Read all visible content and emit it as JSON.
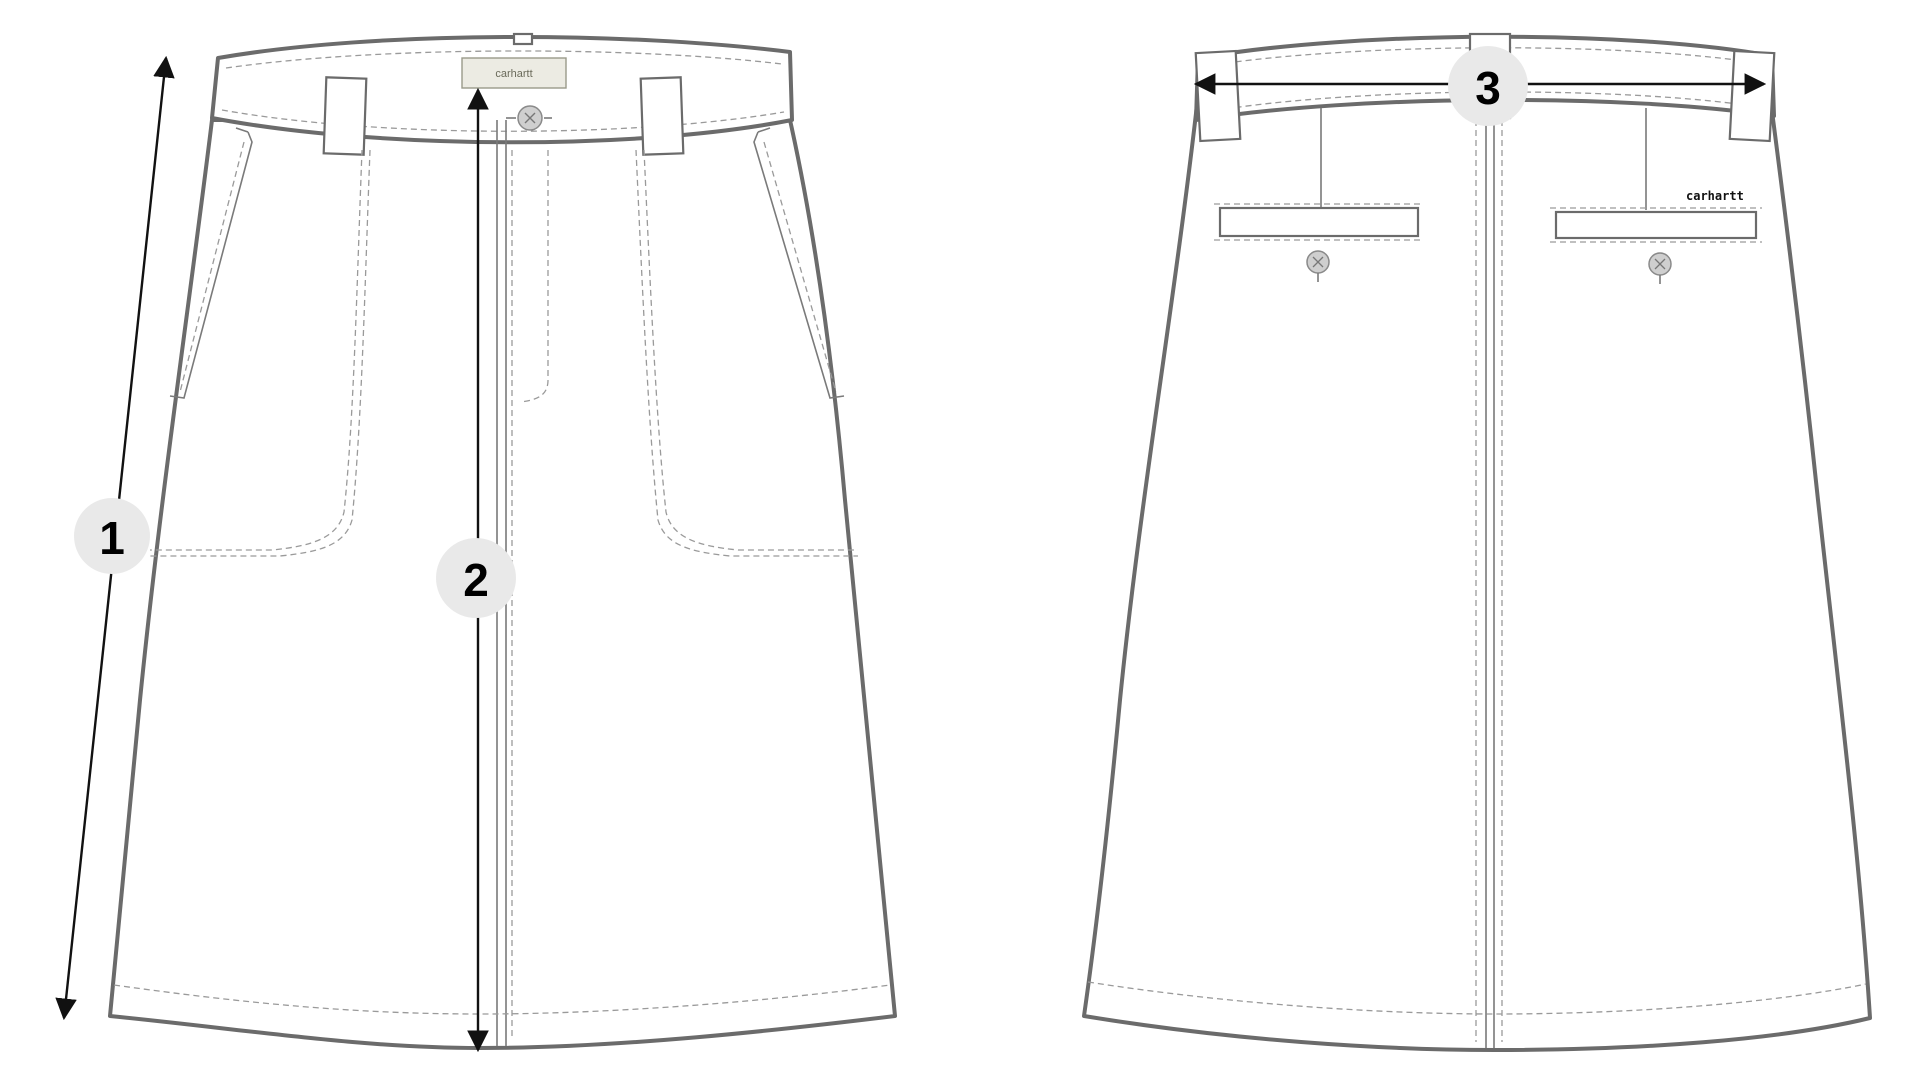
{
  "front_view": {
    "brand_label": "carhartt"
  },
  "back_view": {
    "brand_logo": "carhartt"
  },
  "measurements": [
    {
      "number": "1"
    },
    {
      "number": "2"
    },
    {
      "number": "3"
    }
  ]
}
